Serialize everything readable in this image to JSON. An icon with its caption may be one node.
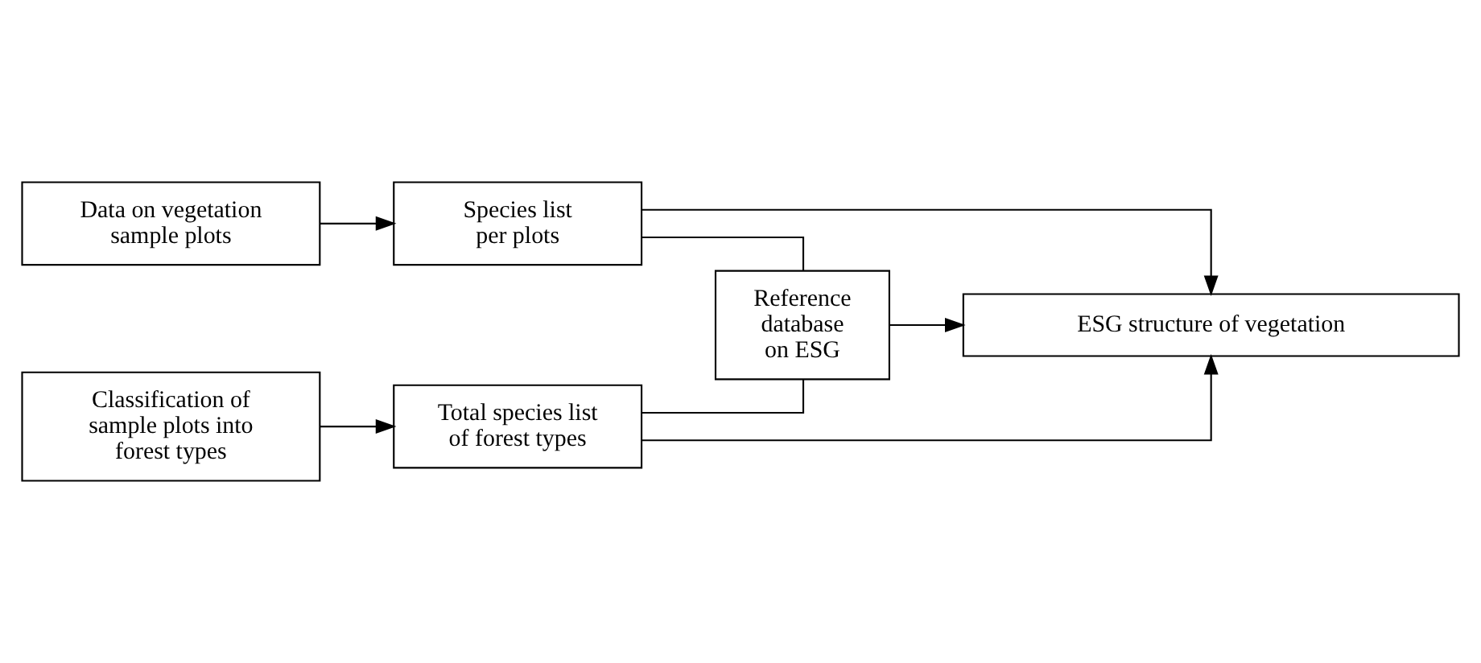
{
  "diagram": {
    "nodes": [
      {
        "text": [
          "Data on vegetation sample plots"
        ]
      },
      {
        "text": [
          "Species list per plots"
        ]
      },
      {
        "text": [
          "Classification of sample plots into forest types"
        ]
      },
      {
        "text": [
          "Total species list of forest types"
        ]
      },
      {
        "text": [
          "Reference database on ESG"
        ]
      },
      {
        "text": [
          "ESG structure of vegetation"
        ]
      }
    ],
    "edges": [
      {
        "from": 0,
        "to": 1,
        "arrow": "to"
      },
      {
        "from": 2,
        "to": 3,
        "arrow": "to"
      },
      {
        "from": 1,
        "to": 4,
        "arrow": "none"
      },
      {
        "from": 3,
        "to": 4,
        "arrow": "none"
      },
      {
        "from": 1,
        "to": 5,
        "arrow": "to"
      },
      {
        "from": 3,
        "to": 5,
        "arrow": "to"
      },
      {
        "from": 4,
        "to": 5,
        "arrow": "to"
      }
    ]
  }
}
